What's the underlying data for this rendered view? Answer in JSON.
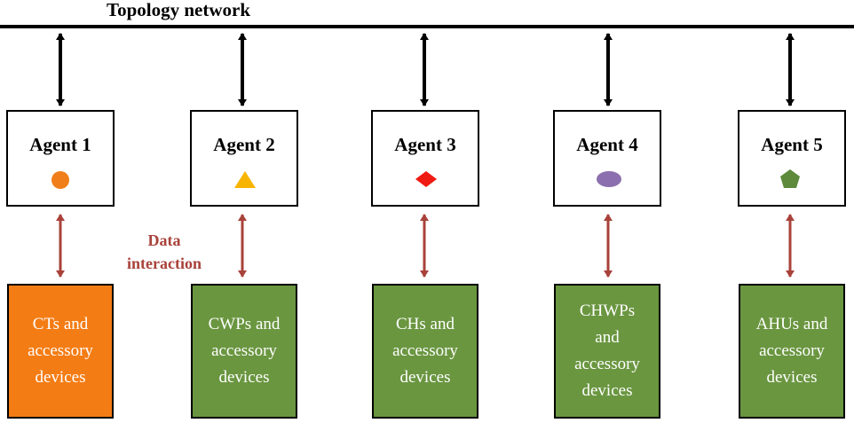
{
  "network": {
    "title": "Topology network"
  },
  "interaction": {
    "line1": "Data",
    "line2": "interaction"
  },
  "colors": {
    "line": "#000000",
    "data_arrow": "#a8423a",
    "data_label": "#a8423a"
  },
  "agents": [
    {
      "label": "Agent 1",
      "marker_icon": "circle-icon",
      "marker_color": "#f07f1b",
      "device_lines": [
        "CTs and",
        "accessory",
        "devices"
      ],
      "device_color": "#f47c14"
    },
    {
      "label": "Agent 2",
      "marker_icon": "triangle-icon",
      "marker_color": "#f7b500",
      "device_lines": [
        "CWPs and",
        "accessory",
        "devices"
      ],
      "device_color": "#fdbf00"
    },
    {
      "label": "Agent 3",
      "marker_icon": "diamond-icon",
      "marker_color": "#ef1a12",
      "device_lines": [
        "CHs and",
        "accessory",
        "devices"
      ],
      "device_color": "#f1140f"
    },
    {
      "label": "Agent 4",
      "marker_icon": "ellipse-icon",
      "marker_color": "#8c6fae",
      "device_lines": [
        "CHWPs",
        "and",
        "accessory",
        "devices"
      ],
      "device_color": "#8767a7"
    },
    {
      "label": "Agent 5",
      "marker_icon": "pentagon-icon",
      "marker_color": "#5d8a3b",
      "device_lines": [
        "AHUs and",
        "accessory",
        "devices"
      ],
      "device_color": "#6a9640"
    }
  ]
}
